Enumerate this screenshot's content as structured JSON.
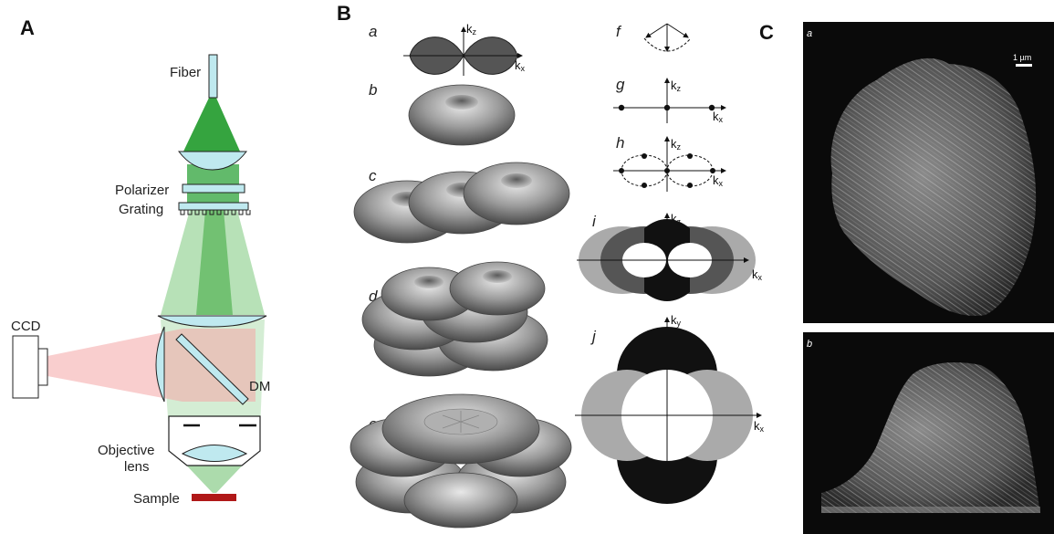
{
  "panels": {
    "A": {
      "letter": "A",
      "labels": {
        "fiber": "Fiber",
        "polarizer": "Polarizer",
        "grating": "Grating",
        "ccd": "CCD",
        "dm": "DM",
        "objective": "Objective\nlens",
        "objective_line1": "Objective",
        "objective_line2": "lens",
        "sample": "Sample"
      },
      "colors": {
        "excitation": "#3aa83a",
        "emission": "#f4a6a6",
        "optics": "#bfe9ef",
        "sample": "#b01818"
      }
    },
    "B": {
      "letter": "B",
      "sublabels": [
        "a",
        "b",
        "c",
        "d",
        "e",
        "f",
        "g",
        "h",
        "i",
        "j"
      ],
      "axis": {
        "kz_main": "k",
        "kz_sub": "z",
        "kx_main": "k",
        "kx_sub": "x",
        "ky_main": "k",
        "ky_sub": "y"
      }
    },
    "C": {
      "letter": "C",
      "sublabels": [
        "a",
        "b"
      ],
      "scale_bar": "1 µm"
    }
  }
}
